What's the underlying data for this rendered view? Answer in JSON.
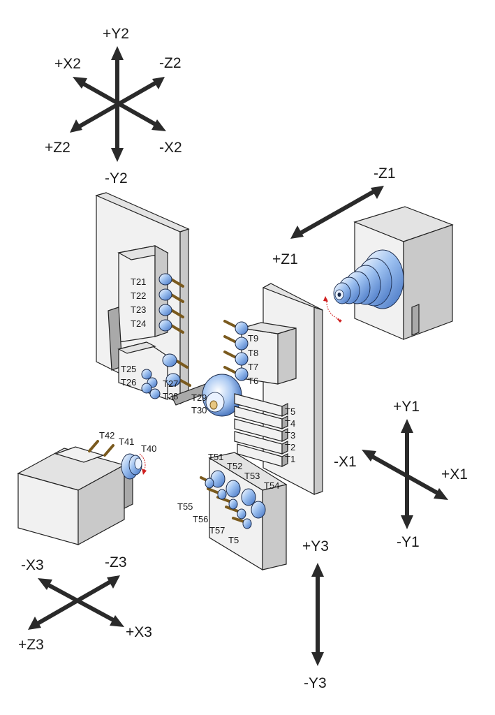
{
  "axes": {
    "group2": {
      "plus_y": "+Y2",
      "minus_y": "-Y2",
      "plus_x": "+X2",
      "minus_x": "-X2",
      "plus_z": "+Z2",
      "minus_z": "-Z2"
    },
    "group1z": {
      "minus_z": "-Z1",
      "plus_z": "+Z1"
    },
    "group1": {
      "plus_y": "+Y1",
      "minus_y": "-Y1",
      "plus_x": "+X1",
      "minus_x": "-X1"
    },
    "group3": {
      "minus_x": "-X3",
      "minus_z": "-Z3",
      "plus_z": "+Z3",
      "plus_x": "+X3",
      "plus_y": "+Y3",
      "minus_y": "-Y3"
    }
  },
  "tools": {
    "upper_turret": [
      "T21",
      "T22",
      "T23",
      "T24"
    ],
    "upper_lower_block": [
      "T25",
      "T26",
      "T27",
      "T28"
    ],
    "upper_live": [
      "T29",
      "T30"
    ],
    "right_post_upper": [
      "T9",
      "T8",
      "T7",
      "T6"
    ],
    "right_post_lower": [
      "T5",
      "T4",
      "T3",
      "T2",
      "T1"
    ],
    "left_unit": [
      "T42",
      "T41",
      "T40"
    ],
    "bottom_block_top": [
      "T51",
      "T52",
      "T53",
      "T54"
    ],
    "bottom_block_left": [
      "T55",
      "T56",
      "T57",
      "T5"
    ]
  },
  "colors": {
    "tool_holder": "#6f9fe0",
    "arrow": "#2a2a2a",
    "rotation_marker": "#d02020"
  }
}
